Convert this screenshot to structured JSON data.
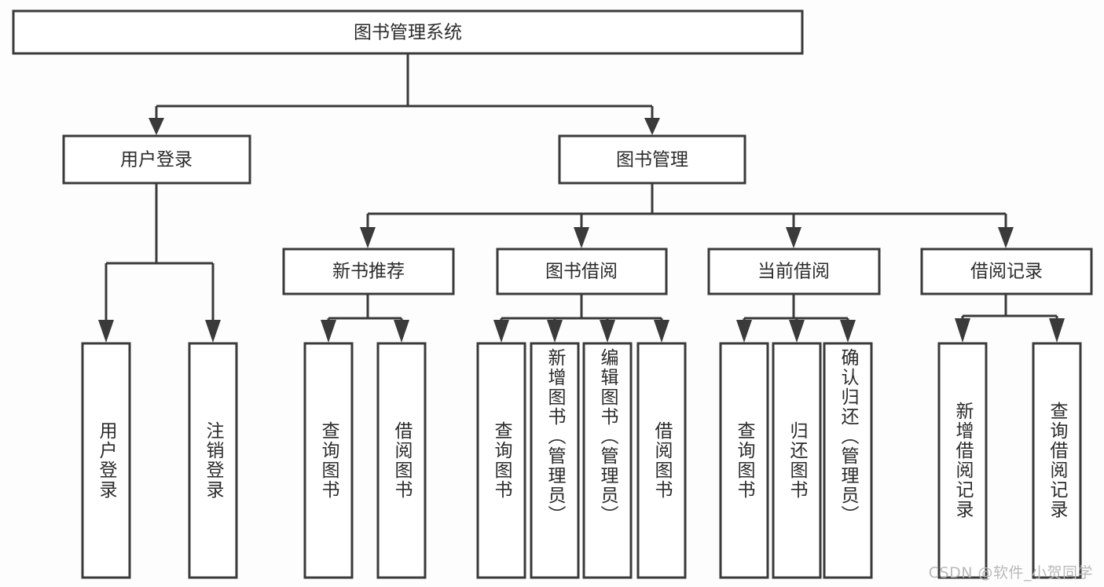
{
  "diagram": {
    "type": "tree",
    "title": "图书管理系统",
    "root": {
      "id": "root",
      "label": "图书管理系统"
    },
    "level1": [
      {
        "id": "user-login",
        "label": "用户登录"
      },
      {
        "id": "book-manage",
        "label": "图书管理"
      }
    ],
    "level2": [
      {
        "id": "new-book-rec",
        "label": "新书推荐",
        "parent": "book-manage"
      },
      {
        "id": "book-borrow",
        "label": "图书借阅",
        "parent": "book-manage"
      },
      {
        "id": "current-borrow",
        "label": "当前借阅",
        "parent": "book-manage"
      },
      {
        "id": "borrow-record",
        "label": "借阅记录",
        "parent": "book-manage"
      }
    ],
    "leaves": [
      {
        "id": "leaf-user-login",
        "label": "用户登录",
        "parent": "user-login"
      },
      {
        "id": "leaf-user-logout",
        "label": "注销登录",
        "parent": "user-login"
      },
      {
        "id": "leaf-query-book-1",
        "label": "查询图书",
        "parent": "new-book-rec"
      },
      {
        "id": "leaf-borrow-book-1",
        "label": "借阅图书",
        "parent": "new-book-rec"
      },
      {
        "id": "leaf-query-book-2",
        "label": "查询图书",
        "parent": "book-borrow"
      },
      {
        "id": "leaf-add-book",
        "label": "新增图书（管理员）",
        "parent": "book-borrow"
      },
      {
        "id": "leaf-edit-book",
        "label": "编辑图书（管理员）",
        "parent": "book-borrow"
      },
      {
        "id": "leaf-borrow-book-2",
        "label": "借阅图书",
        "parent": "book-borrow"
      },
      {
        "id": "leaf-query-book-3",
        "label": "查询图书",
        "parent": "current-borrow"
      },
      {
        "id": "leaf-return-book",
        "label": "归还图书",
        "parent": "current-borrow"
      },
      {
        "id": "leaf-confirm-return",
        "label": "确认归还（管理员）",
        "parent": "current-borrow"
      },
      {
        "id": "leaf-add-record",
        "label": "新增借阅记录",
        "parent": "borrow-record"
      },
      {
        "id": "leaf-query-record",
        "label": "查询借阅记录",
        "parent": "borrow-record"
      }
    ],
    "colors": {
      "stroke": "#3a3a3a",
      "box_fill": "#ffffff",
      "text": "#2b2b2b",
      "background": "#fdfdfd",
      "watermark": "#b9b9b9"
    }
  },
  "watermark": {
    "text": "CSDN @软件_小贺同学"
  }
}
